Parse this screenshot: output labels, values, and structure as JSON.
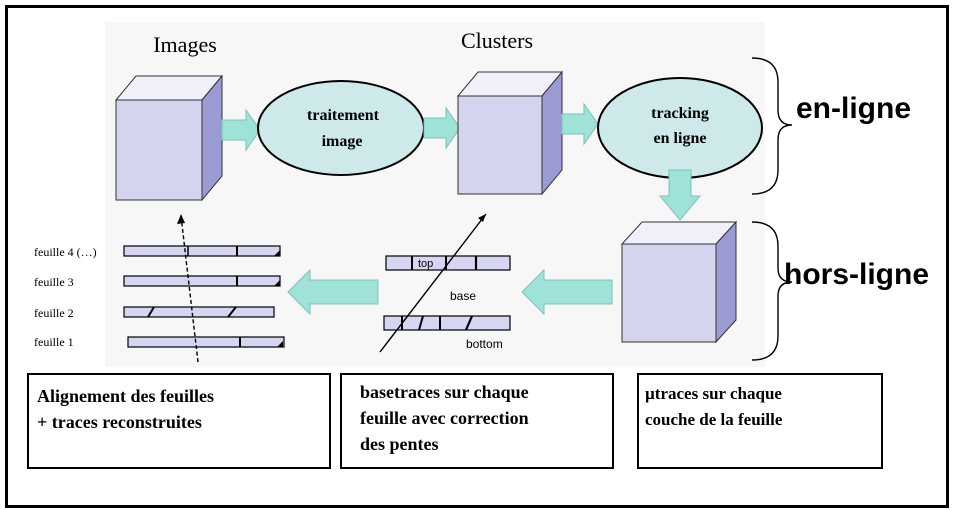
{
  "labels": {
    "images": "Images",
    "clusters": "Clusters",
    "traitement_line1": "traitement",
    "traitement_line2": "image",
    "tracking_line1": "tracking",
    "tracking_line2": "en ligne",
    "en_ligne": "en-ligne",
    "hors_ligne": "hors-ligne"
  },
  "sheets": [
    {
      "label": "feuille 4 (…)"
    },
    {
      "label": "feuille 3"
    },
    {
      "label": "feuille 2"
    },
    {
      "label": "feuille 1"
    }
  ],
  "basetrace": {
    "top": "top",
    "base": "base",
    "bottom": "bottom"
  },
  "captions": {
    "left_line1": "Alignement des feuilles",
    "left_line2": "+ traces reconstruites",
    "mid_line1": "basetraces sur chaque",
    "mid_line2": "feuille  avec correction",
    "mid_line3": "des  pentes",
    "right_line1": "µtraces sur chaque",
    "right_line2": "couche de la feuille"
  },
  "colors": {
    "cube_front": "#d4d4ef",
    "cube_top": "#f0f0fb",
    "cube_side": "#9b9bd4",
    "ellipse": "#cde9e9",
    "arrow": "#9ee2d8",
    "strip": "#d6d6f2",
    "background_panel": "#f7f7f7"
  }
}
